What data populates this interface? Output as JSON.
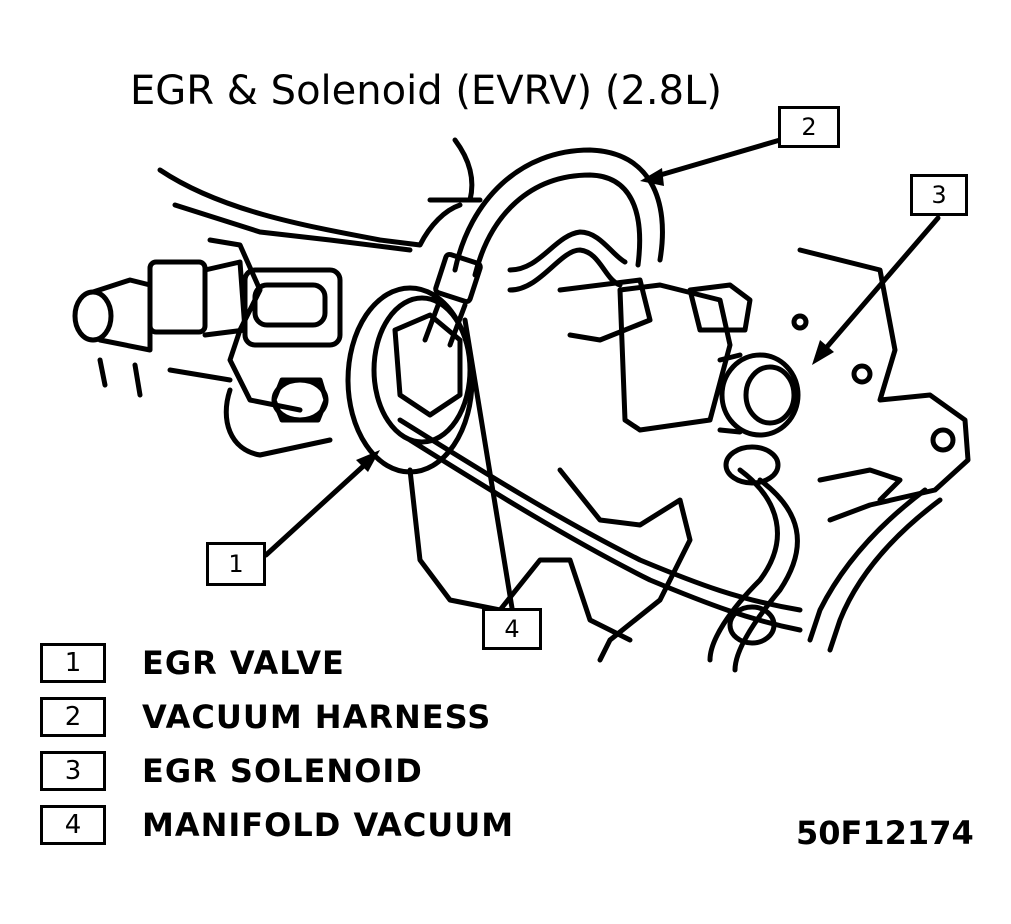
{
  "title": "EGR & Solenoid (EVRV) (2.8L)",
  "callouts": [
    "1",
    "2",
    "3",
    "4"
  ],
  "legend": [
    {
      "number": "1",
      "label": "EGR VALVE"
    },
    {
      "number": "2",
      "label": "VACUUM HARNESS"
    },
    {
      "number": "3",
      "label": "EGR SOLENOID"
    },
    {
      "number": "4",
      "label": "MANIFOLD VACUUM"
    }
  ],
  "figure_id": "50F12174",
  "colors": {
    "ink": "#000000",
    "paper": "#ffffff"
  }
}
